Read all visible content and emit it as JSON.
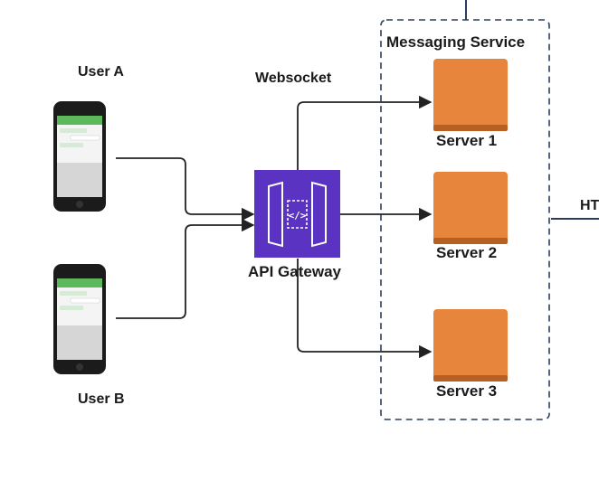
{
  "users": [
    {
      "label": "User A"
    },
    {
      "label": "User B"
    }
  ],
  "connection_label": "Websocket",
  "gateway": {
    "label": "API Gateway",
    "color": "#5a33c2"
  },
  "service": {
    "title": "Messaging Service",
    "border_color": "#2c3e5c"
  },
  "servers": [
    {
      "label": "Server 1",
      "color": "#e8853d"
    },
    {
      "label": "Server 2",
      "color": "#e8853d"
    },
    {
      "label": "Server 3",
      "color": "#e8853d"
    }
  ],
  "right_edge_label": "HT"
}
